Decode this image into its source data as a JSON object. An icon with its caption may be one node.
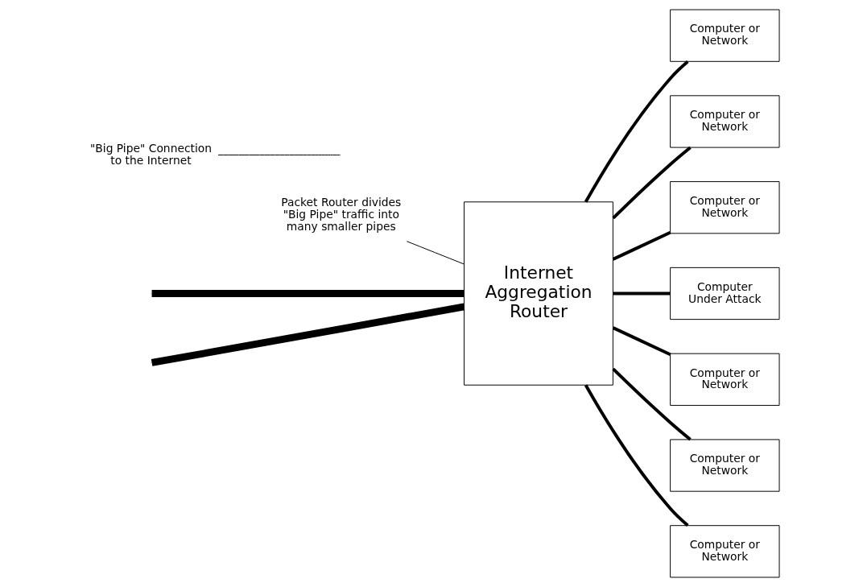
{
  "diagram": {
    "nodes": [
      {
        "text": [
          "Internet Aggregation Router"
        ]
      },
      {
        "text": [
          "Computer or Network"
        ]
      },
      {
        "text": [
          "Computer or Network"
        ]
      },
      {
        "text": [
          "Computer or Network"
        ]
      },
      {
        "text": [
          "Computer Under Attack"
        ]
      },
      {
        "text": [
          "Computer or Network"
        ]
      },
      {
        "text": [
          "Computer or Network"
        ]
      },
      {
        "text": [
          "Computer or Network"
        ]
      },
      {
        "text": [
          "\"Big Pipe\" Connection to the Internet"
        ]
      },
      {
        "text": [
          "Packet Router divides \"Big Pipe\" traffic into many smaller pipes"
        ]
      }
    ],
    "edges": [
      {
        "from": null,
        "to": 0,
        "arrow": "none",
        "style": "thick"
      },
      {
        "from": null,
        "to": 0,
        "arrow": "none",
        "style": "thick"
      },
      {
        "from": 8,
        "to": null,
        "arrow": "none"
      },
      {
        "from": 9,
        "to": 0,
        "arrow": "none"
      },
      {
        "from": 0,
        "to": 1,
        "arrow": "none"
      },
      {
        "from": 0,
        "to": 2,
        "arrow": "none"
      },
      {
        "from": 0,
        "to": 3,
        "arrow": "none"
      },
      {
        "from": 0,
        "to": 4,
        "arrow": "none"
      },
      {
        "from": 0,
        "to": 5,
        "arrow": "none"
      },
      {
        "from": 0,
        "to": 6,
        "arrow": "none"
      },
      {
        "from": 0,
        "to": 7,
        "arrow": "none"
      }
    ]
  }
}
